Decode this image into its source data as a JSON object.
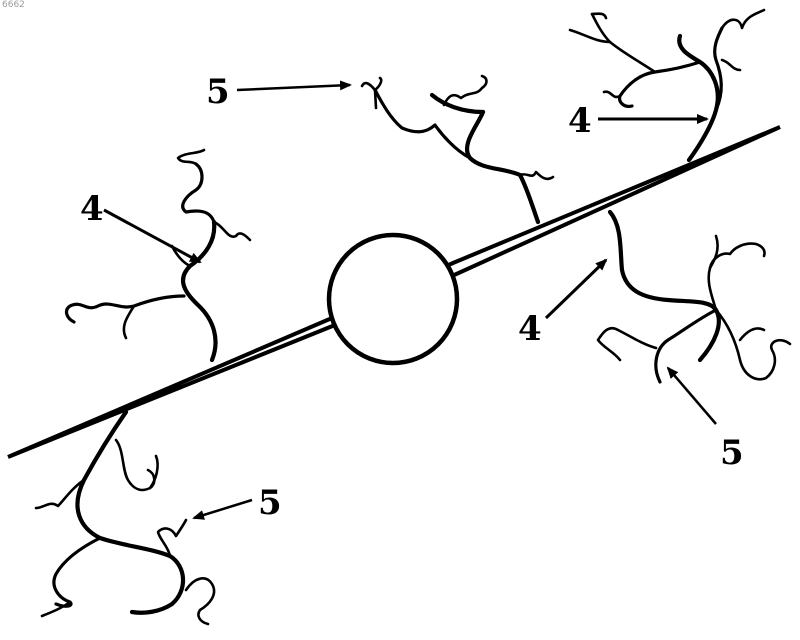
{
  "corner_id": "6662",
  "labels": {
    "top_left_5": "5",
    "left_4": "4",
    "right_top_4": "4",
    "right_lower_4": "4",
    "right_lower_5": "5",
    "bottom_5": "5"
  },
  "colors": {
    "ink": "#000000",
    "background": "#ffffff"
  }
}
